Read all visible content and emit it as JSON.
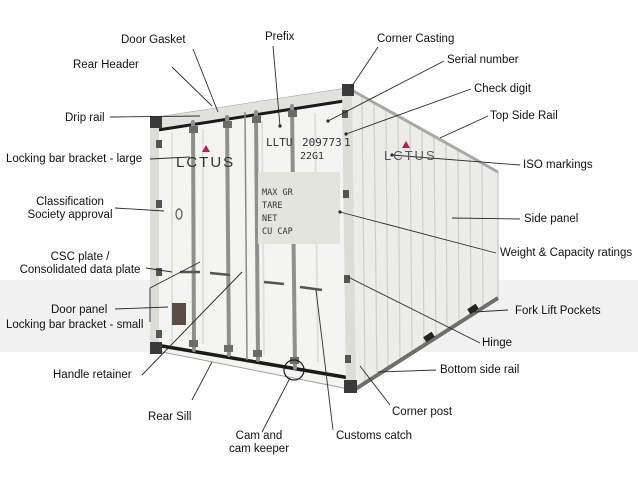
{
  "labels": {
    "door_gasket": "Door Gasket",
    "prefix": "Prefix",
    "corner_casting": "Corner Casting",
    "rear_header": "Rear Header",
    "serial_number": "Serial number",
    "check_digit": "Check digit",
    "drip_rail": "Drip rail",
    "top_side_rail": "Top Side Rail",
    "locking_bar_bracket_large": "Locking bar bracket - large",
    "iso_markings": "ISO markings",
    "classification_1": "Classification",
    "classification_2": "Society approval",
    "side_panel": "Side panel",
    "weight_capacity": "Weight & Capacity ratings",
    "csc_plate_1": "CSC plate /",
    "csc_plate_2": "Consolidated data plate",
    "fork_lift": "Fork Lift Pockets",
    "door_panel": "Door panel",
    "locking_bar_bracket_small": "Locking bar bracket - small",
    "hinge": "Hinge",
    "handle_retainer": "Handle retainer",
    "bottom_side_rail": "Bottom side rail",
    "rear_sill": "Rear Sill",
    "corner_post": "Corner post",
    "cam_1": "Cam and",
    "cam_2": "cam keeper",
    "customs_catch": "Customs catch"
  },
  "container_markings": {
    "brand": "LCTUS",
    "brand_side": "LCTUS",
    "prefix_code": "LLTU",
    "serial": "209773",
    "check_digit": "1",
    "iso_code": "22G1",
    "weights": [
      "MAX GR",
      "TARE",
      "NET",
      "CU CAP"
    ]
  },
  "colors": {
    "container_body": "#f2f2ef",
    "container_shadow": "#d9d9d4",
    "frame": "#1a1a1a",
    "logo_accent": "#c2185b"
  }
}
